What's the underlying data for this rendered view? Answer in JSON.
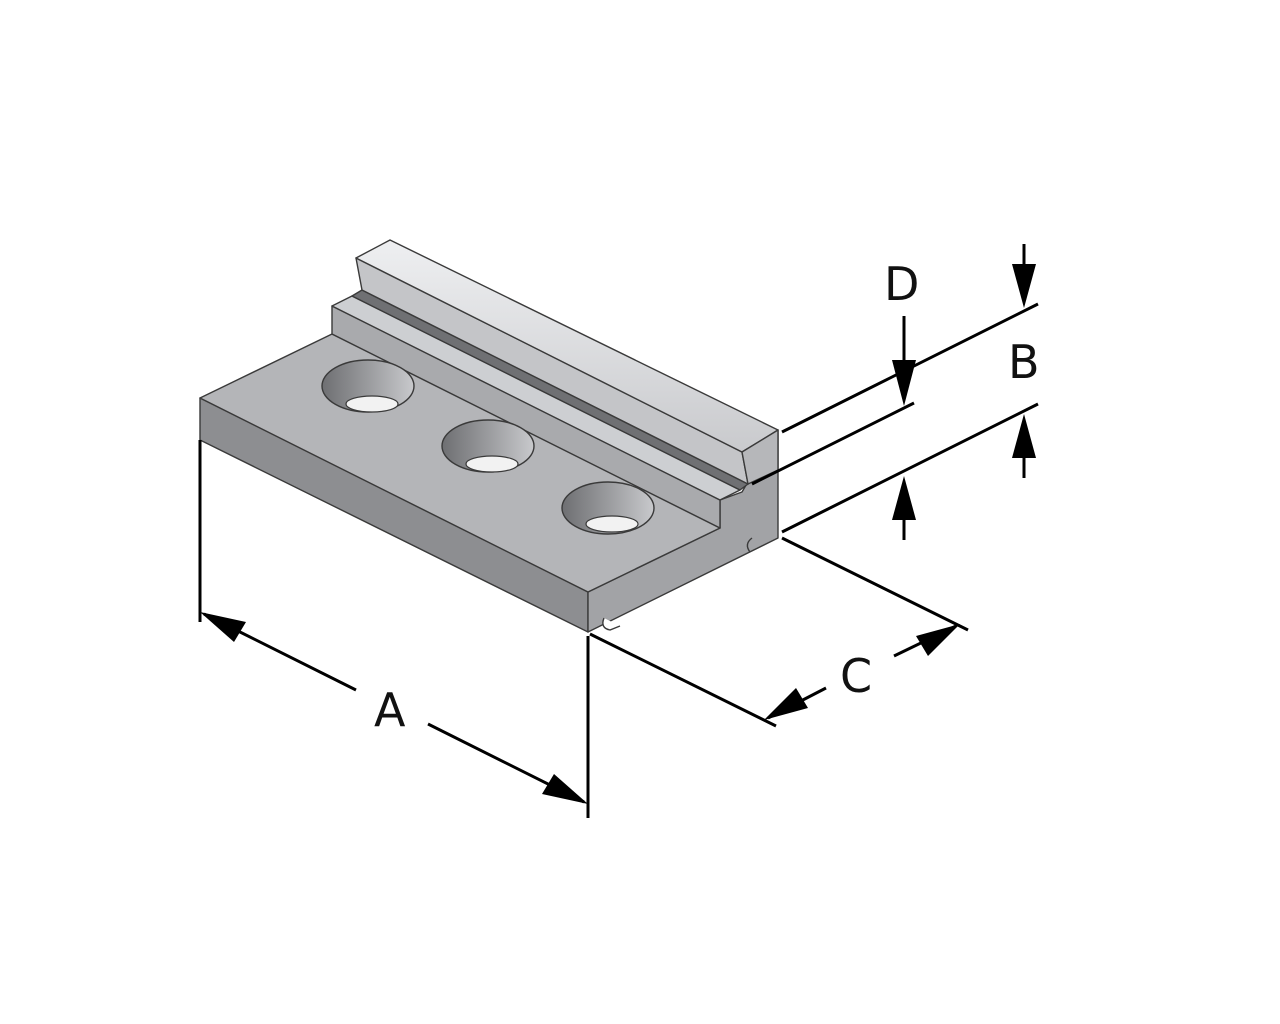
{
  "diagram": {
    "dimension_labels": {
      "a": "A",
      "b": "B",
      "c": "C",
      "d": "D"
    },
    "hole_count": 3,
    "colors": {
      "top_face": "#b4b5b8",
      "front_face": "#8d8e91",
      "end_face": "#a4a5a8",
      "step_top": "#cdcfd2",
      "rail_top": "#e0e1e3",
      "rail_side": "#c4c5c8",
      "dimension_line": "#000000"
    }
  }
}
